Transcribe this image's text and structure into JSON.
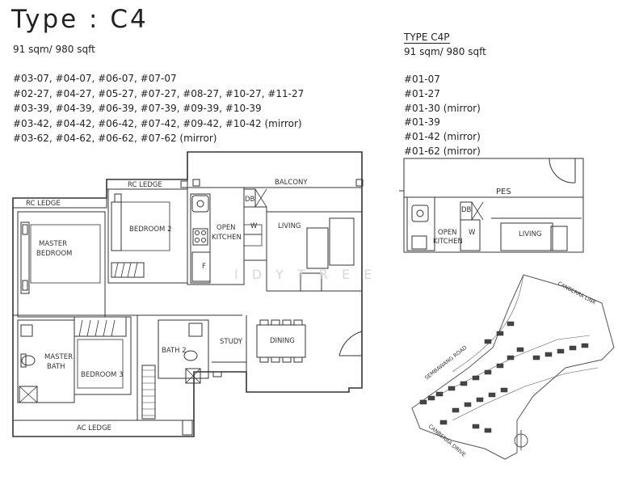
{
  "header": {
    "title": "Type : C4",
    "area": "91 sqm/ 980 sqft"
  },
  "units": [
    "#03-07, #04-07, #06-07, #07-07",
    "#02-27, #04-27, #05-27, #07-27, #08-27, #10-27, #11-27",
    "#03-39, #04-39, #06-39, #07-39, #09-39, #10-39",
    "#03-42, #04-42, #06-42, #07-42, #09-42, #10-42 (mirror)",
    "#03-62, #04-62, #06-62, #07-62 (mirror)"
  ],
  "variant": {
    "title": "TYPE C4P",
    "area": "91 sqm/ 980 sqft",
    "units": [
      "#01-07",
      "#01-27",
      "#01-30 (mirror)",
      "#01-39",
      "#01-42 (mirror)",
      "#01-62 (mirror)"
    ]
  },
  "floorplan": {
    "labels": {
      "rc_ledge_top": "RC LEDGE",
      "rc_ledge_left": "RC LEDGE",
      "balcony": "BALCONY",
      "master_bedroom_1": "MASTER",
      "master_bedroom_2": "BEDROOM",
      "bedroom2": "BEDROOM 2",
      "open_kitchen_1": "OPEN",
      "open_kitchen_2": "KITCHEN",
      "db": "DB",
      "w": "W",
      "f": "F",
      "living": "LIVING",
      "master_bath_1": "MASTER",
      "master_bath_2": "BATH",
      "bedroom3": "BEDROOM 3",
      "bath2": "BATH 2",
      "study": "STUDY",
      "dining": "DINING",
      "ac_ledge": "AC LEDGE",
      "watermark": "I D Y   T R E E"
    }
  },
  "c4p_plan": {
    "labels": {
      "pes": "PES",
      "db": "DB",
      "w": "W",
      "open_kitchen_1": "OPEN",
      "open_kitchen_2": "KITCHEN",
      "living": "LIVING"
    }
  },
  "site_plan": {
    "roads": {
      "sembawang": "SEMBAWANG ROAD",
      "canberra_link": "CANBERRA LINK",
      "canberra_drive": "CANBERRA DRIVE"
    }
  }
}
